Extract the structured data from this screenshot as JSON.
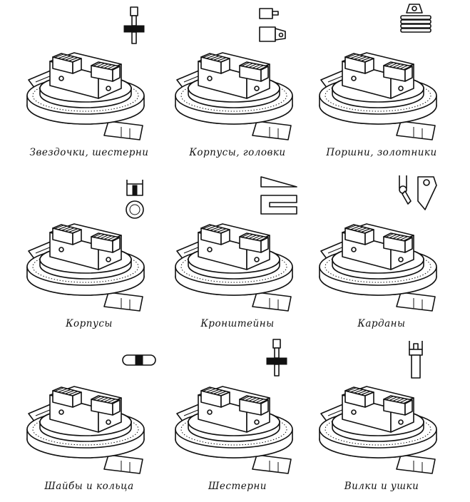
{
  "figure": {
    "panels": [
      {
        "id": "p1",
        "caption": "Звездочки, шестерни"
      },
      {
        "id": "p2",
        "caption": "Корпусы, головки"
      },
      {
        "id": "p3",
        "caption": "Поршни, золотники"
      },
      {
        "id": "p4",
        "caption": "Корпусы"
      },
      {
        "id": "p5",
        "caption": "Кронштейны"
      },
      {
        "id": "p6",
        "caption": "Карданы"
      },
      {
        "id": "p7",
        "caption": "Шайбы и кольца"
      },
      {
        "id": "p8",
        "caption": "Шестерни"
      },
      {
        "id": "p9",
        "caption": "Вилки и ушки"
      }
    ]
  }
}
